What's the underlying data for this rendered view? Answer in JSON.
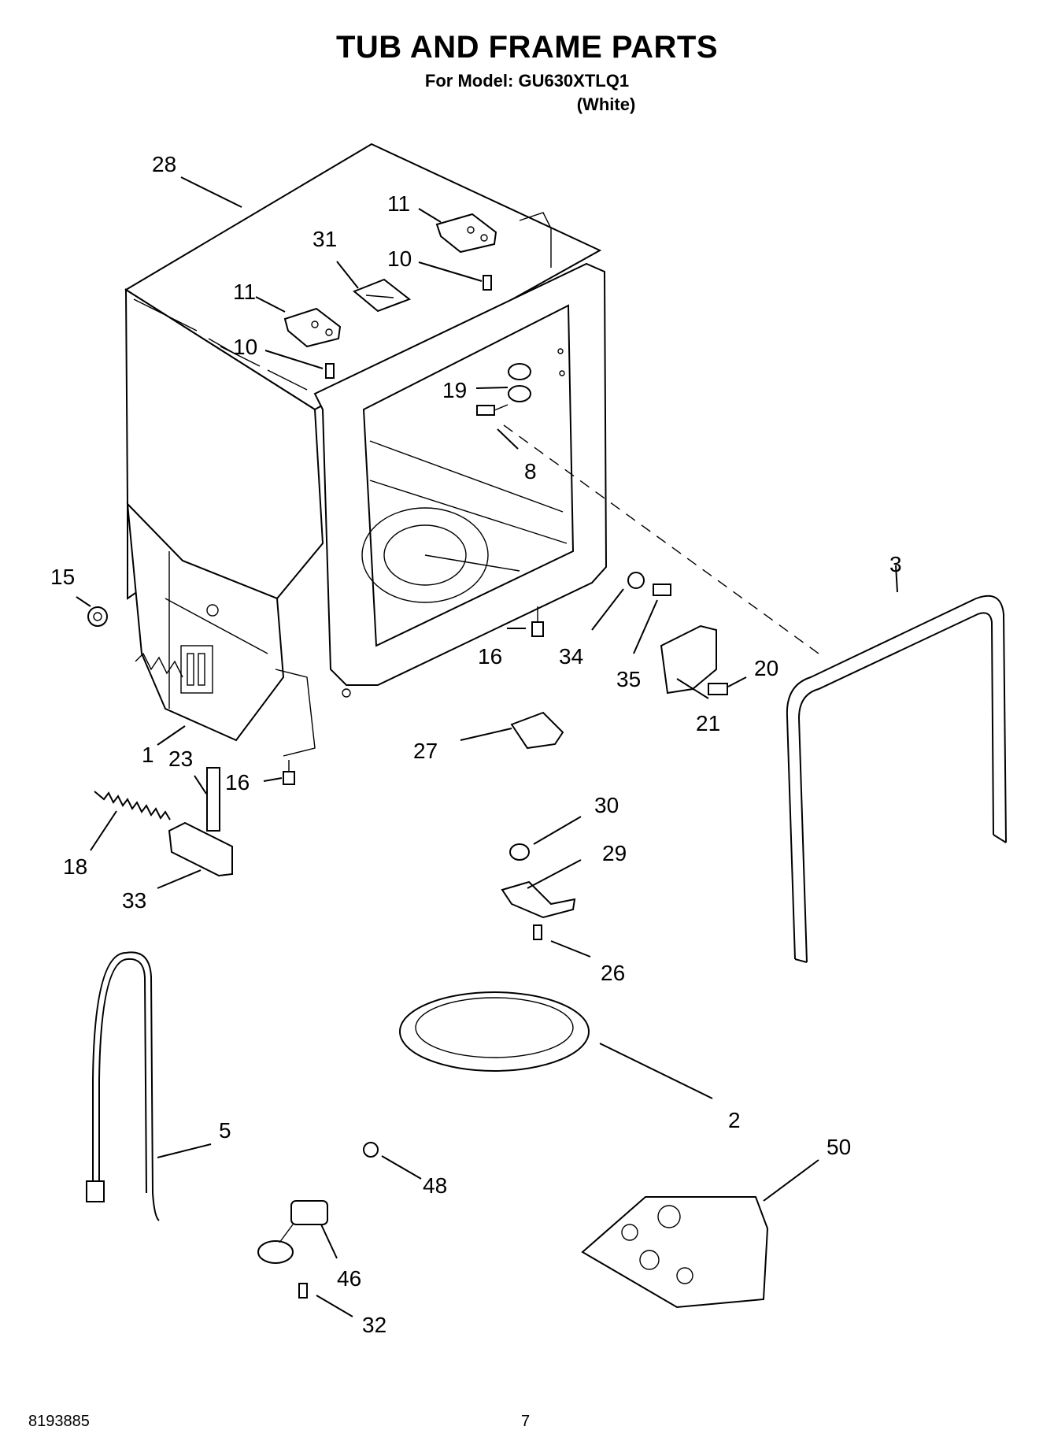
{
  "header": {
    "title": "TUB AND FRAME PARTS",
    "model_line": "For Model: GU630XTLQ1",
    "variant": "(White)"
  },
  "callouts": [
    {
      "id": "c28",
      "label": "28"
    },
    {
      "id": "c11a",
      "label": "11"
    },
    {
      "id": "c10a",
      "label": "10"
    },
    {
      "id": "c31",
      "label": "31"
    },
    {
      "id": "c11b",
      "label": "11"
    },
    {
      "id": "c10b",
      "label": "10"
    },
    {
      "id": "c19",
      "label": "19"
    },
    {
      "id": "c8",
      "label": "8"
    },
    {
      "id": "c15",
      "label": "15"
    },
    {
      "id": "c3",
      "label": "3"
    },
    {
      "id": "c16a",
      "label": "16"
    },
    {
      "id": "c34",
      "label": "34"
    },
    {
      "id": "c35",
      "label": "35"
    },
    {
      "id": "c20",
      "label": "20"
    },
    {
      "id": "c21",
      "label": "21"
    },
    {
      "id": "c1",
      "label": "1"
    },
    {
      "id": "c23",
      "label": "23"
    },
    {
      "id": "c16b",
      "label": "16"
    },
    {
      "id": "c27",
      "label": "27"
    },
    {
      "id": "c18",
      "label": "18"
    },
    {
      "id": "c33",
      "label": "33"
    },
    {
      "id": "c30",
      "label": "30"
    },
    {
      "id": "c29",
      "label": "29"
    },
    {
      "id": "c26",
      "label": "26"
    },
    {
      "id": "c2",
      "label": "2"
    },
    {
      "id": "c5",
      "label": "5"
    },
    {
      "id": "c48",
      "label": "48"
    },
    {
      "id": "c50",
      "label": "50"
    },
    {
      "id": "c46",
      "label": "46"
    },
    {
      "id": "c32",
      "label": "32"
    }
  ],
  "footer": {
    "doc_number": "8193885",
    "page_number": "7"
  }
}
